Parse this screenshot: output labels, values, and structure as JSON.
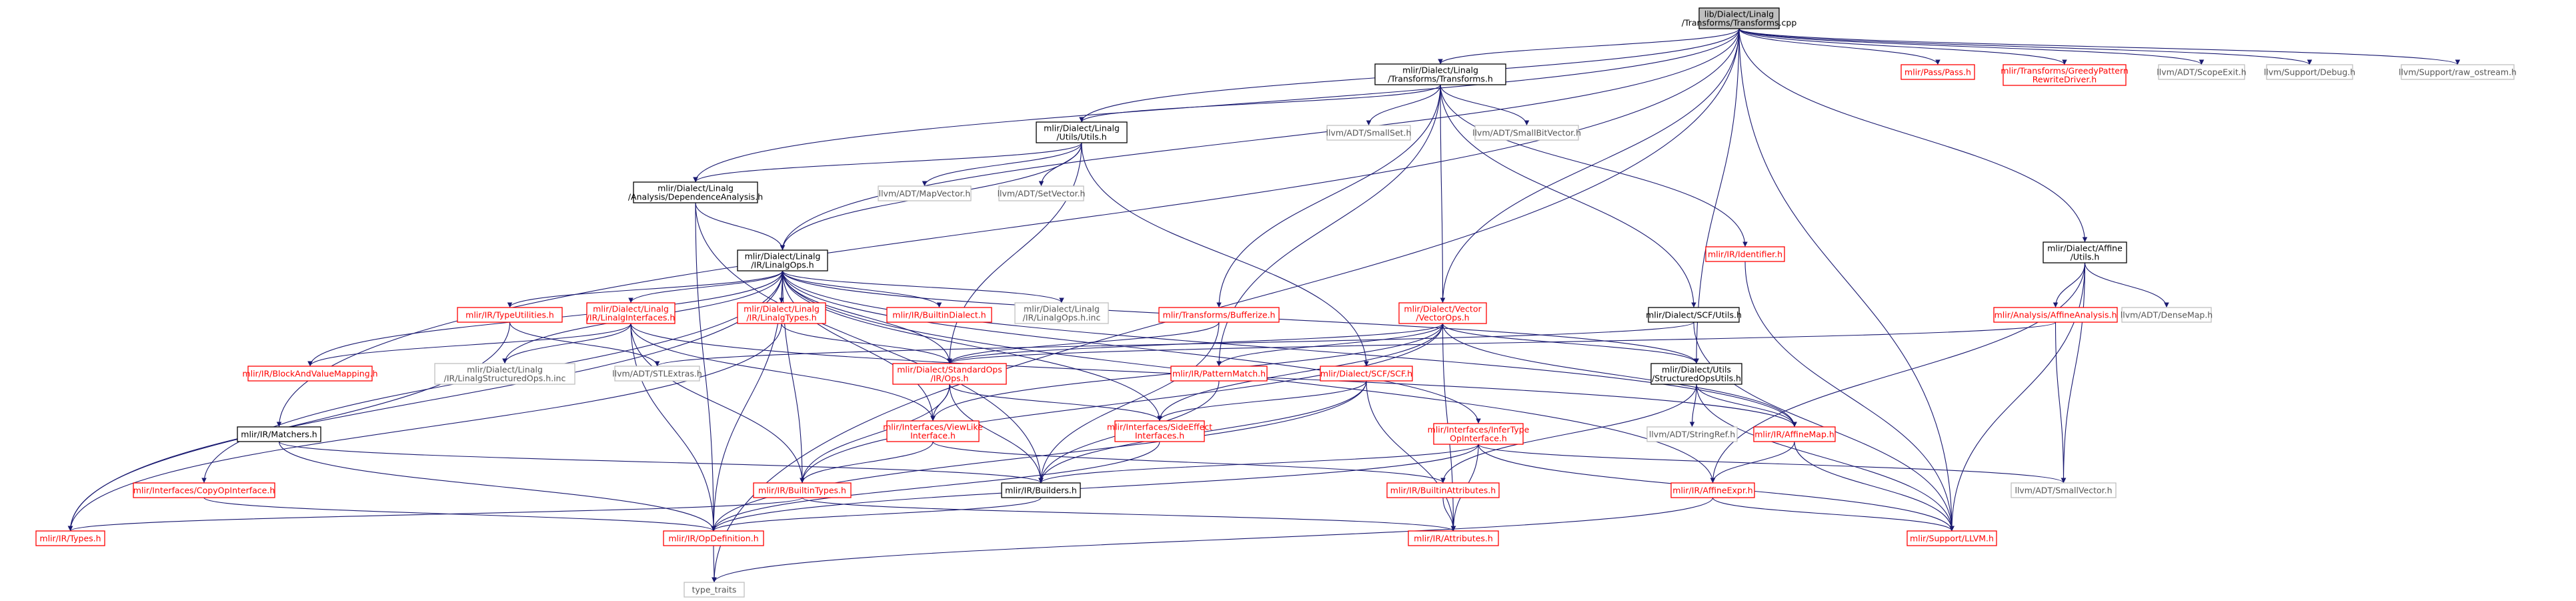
{
  "graph": {
    "nodes": [
      {
        "id": "root",
        "lines": [
          "lib/Dialect/Linalg",
          "/Transforms/Transforms.cpp"
        ],
        "style": "root"
      },
      {
        "id": "transforms_h",
        "lines": [
          "mlir/Dialect/Linalg",
          "/Transforms/Transforms.h"
        ],
        "style": "black"
      },
      {
        "id": "pass_h",
        "lines": [
          "mlir/Pass/Pass.h"
        ],
        "style": "red"
      },
      {
        "id": "greedy_h",
        "lines": [
          "mlir/Transforms/GreedyPattern",
          "RewriteDriver.h"
        ],
        "style": "red"
      },
      {
        "id": "scopeexit_h",
        "lines": [
          "llvm/ADT/ScopeExit.h"
        ],
        "style": "gray"
      },
      {
        "id": "debug_h",
        "lines": [
          "llvm/Support/Debug.h"
        ],
        "style": "gray"
      },
      {
        "id": "ostream_h",
        "lines": [
          "llvm/Support/raw_ostream.h"
        ],
        "style": "gray"
      },
      {
        "id": "utils_h",
        "lines": [
          "mlir/Dialect/Linalg",
          "/Utils/Utils.h"
        ],
        "style": "black"
      },
      {
        "id": "smallset_h",
        "lines": [
          "llvm/ADT/SmallSet.h"
        ],
        "style": "gray"
      },
      {
        "id": "smallbitvector_h",
        "lines": [
          "llvm/ADT/SmallBitVector.h"
        ],
        "style": "gray"
      },
      {
        "id": "depanalysis_h",
        "lines": [
          "mlir/Dialect/Linalg",
          "/Analysis/DependenceAnalysis.h"
        ],
        "style": "black"
      },
      {
        "id": "mapvector_h",
        "lines": [
          "llvm/ADT/MapVector.h"
        ],
        "style": "gray"
      },
      {
        "id": "setvector_h",
        "lines": [
          "llvm/ADT/SetVector.h"
        ],
        "style": "gray"
      },
      {
        "id": "identifier_h",
        "lines": [
          "mlir/IR/Identifier.h"
        ],
        "style": "red"
      },
      {
        "id": "affineutils_h",
        "lines": [
          "mlir/Dialect/Affine",
          "/Utils.h"
        ],
        "style": "black"
      },
      {
        "id": "linalgops_h",
        "lines": [
          "mlir/Dialect/Linalg",
          "/IR/LinalgOps.h"
        ],
        "style": "black"
      },
      {
        "id": "bufferize_h",
        "lines": [
          "mlir/Transforms/Bufferize.h"
        ],
        "style": "red"
      },
      {
        "id": "vectorops_h",
        "lines": [
          "mlir/Dialect/Vector",
          "/VectorOps.h"
        ],
        "style": "red"
      },
      {
        "id": "scfutils_h",
        "lines": [
          "mlir/Dialect/SCF/Utils.h"
        ],
        "style": "black"
      },
      {
        "id": "affineanalysis_h",
        "lines": [
          "mlir/Analysis/AffineAnalysis.h"
        ],
        "style": "red"
      },
      {
        "id": "densemap_h",
        "lines": [
          "llvm/ADT/DenseMap.h"
        ],
        "style": "gray"
      },
      {
        "id": "typeutilities_h",
        "lines": [
          "mlir/IR/TypeUtilities.h"
        ],
        "style": "red"
      },
      {
        "id": "linalginterfaces_h",
        "lines": [
          "mlir/Dialect/Linalg",
          "/IR/LinalgInterfaces.h"
        ],
        "style": "red"
      },
      {
        "id": "linalgtypes_h",
        "lines": [
          "mlir/Dialect/Linalg",
          "/IR/LinalgTypes.h"
        ],
        "style": "red"
      },
      {
        "id": "builtindialect_h",
        "lines": [
          "mlir/IR/BuiltinDialect.h"
        ],
        "style": "red"
      },
      {
        "id": "linalgops_inc",
        "lines": [
          "mlir/Dialect/Linalg",
          "/IR/LinalgOps.h.inc"
        ],
        "style": "gray"
      },
      {
        "id": "standardops_h",
        "lines": [
          "mlir/Dialect/StandardOps",
          "/IR/Ops.h"
        ],
        "style": "red"
      },
      {
        "id": "patternmatch_h",
        "lines": [
          "mlir/IR/PatternMatch.h"
        ],
        "style": "red"
      },
      {
        "id": "scf_h",
        "lines": [
          "mlir/Dialect/SCF/SCF.h"
        ],
        "style": "red"
      },
      {
        "id": "structuredops_h",
        "lines": [
          "mlir/Dialect/Utils",
          "/StructuredOpsUtils.h"
        ],
        "style": "black"
      },
      {
        "id": "blockandvalue_h",
        "lines": [
          "mlir/IR/BlockAndValueMapping.h"
        ],
        "style": "red"
      },
      {
        "id": "structuredops_inc",
        "lines": [
          "mlir/Dialect/Linalg",
          "/IR/LinalgStructuredOps.h.inc"
        ],
        "style": "gray"
      },
      {
        "id": "stlextras_h",
        "lines": [
          "llvm/ADT/STLExtras.h"
        ],
        "style": "gray"
      },
      {
        "id": "matchers_h",
        "lines": [
          "mlir/IR/Matchers.h"
        ],
        "style": "black"
      },
      {
        "id": "viewlike_h",
        "lines": [
          "mlir/Interfaces/ViewLike",
          "Interface.h"
        ],
        "style": "red"
      },
      {
        "id": "sideeffect_h",
        "lines": [
          "mlir/Interfaces/SideEffect",
          "Interfaces.h"
        ],
        "style": "red"
      },
      {
        "id": "infertype_h",
        "lines": [
          "mlir/Interfaces/InferType",
          "OpInterface.h"
        ],
        "style": "red"
      },
      {
        "id": "stringref_h",
        "lines": [
          "llvm/ADT/StringRef.h"
        ],
        "style": "gray"
      },
      {
        "id": "affinemap_h",
        "lines": [
          "mlir/IR/AffineMap.h"
        ],
        "style": "red"
      },
      {
        "id": "copyop_h",
        "lines": [
          "mlir/Interfaces/CopyOpInterface.h"
        ],
        "style": "red"
      },
      {
        "id": "builtintypes_h",
        "lines": [
          "mlir/IR/BuiltinTypes.h"
        ],
        "style": "red"
      },
      {
        "id": "builders_h",
        "lines": [
          "mlir/IR/Builders.h"
        ],
        "style": "black"
      },
      {
        "id": "builtinattrs_h",
        "lines": [
          "mlir/IR/BuiltinAttributes.h"
        ],
        "style": "red"
      },
      {
        "id": "smallvector_h",
        "lines": [
          "llvm/ADT/SmallVector.h"
        ],
        "style": "gray"
      },
      {
        "id": "affineexpr_h",
        "lines": [
          "mlir/IR/AffineExpr.h"
        ],
        "style": "red"
      },
      {
        "id": "types_h",
        "lines": [
          "mlir/IR/Types.h"
        ],
        "style": "red"
      },
      {
        "id": "opdefinition_h",
        "lines": [
          "mlir/IR/OpDefinition.h"
        ],
        "style": "red"
      },
      {
        "id": "attributes_h",
        "lines": [
          "mlir/IR/Attributes.h"
        ],
        "style": "red"
      },
      {
        "id": "llvm_h",
        "lines": [
          "mlir/Support/LLVM.h"
        ],
        "style": "red"
      },
      {
        "id": "type_traits",
        "lines": [
          "type_traits"
        ],
        "style": "gray"
      }
    ],
    "edges": [
      [
        "root",
        "transforms_h"
      ],
      [
        "root",
        "pass_h"
      ],
      [
        "root",
        "greedy_h"
      ],
      [
        "root",
        "scopeexit_h"
      ],
      [
        "root",
        "debug_h"
      ],
      [
        "root",
        "ostream_h"
      ],
      [
        "root",
        "utils_h"
      ],
      [
        "root",
        "depanalysis_h"
      ],
      [
        "root",
        "linalgops_h"
      ],
      [
        "root",
        "matchers_h"
      ],
      [
        "root",
        "vectorops_h"
      ],
      [
        "root",
        "affineutils_h"
      ],
      [
        "root",
        "structuredops_h"
      ],
      [
        "root",
        "llvm_h"
      ],
      [
        "root",
        "type_traits"
      ],
      [
        "transforms_h",
        "utils_h"
      ],
      [
        "transforms_h",
        "smallset_h"
      ],
      [
        "transforms_h",
        "smallbitvector_h"
      ],
      [
        "transforms_h",
        "identifier_h"
      ],
      [
        "transforms_h",
        "bufferize_h"
      ],
      [
        "transforms_h",
        "vectorops_h"
      ],
      [
        "transforms_h",
        "scfutils_h"
      ],
      [
        "transforms_h",
        "patternmatch_h"
      ],
      [
        "utils_h",
        "depanalysis_h"
      ],
      [
        "utils_h",
        "linalgops_h"
      ],
      [
        "utils_h",
        "mapvector_h"
      ],
      [
        "utils_h",
        "setvector_h"
      ],
      [
        "utils_h",
        "scf_h"
      ],
      [
        "utils_h",
        "standardops_h"
      ],
      [
        "depanalysis_h",
        "linalgops_h"
      ],
      [
        "depanalysis_h",
        "builders_h"
      ],
      [
        "depanalysis_h",
        "opdefinition_h"
      ],
      [
        "linalgops_h",
        "typeutilities_h"
      ],
      [
        "linalgops_h",
        "linalginterfaces_h"
      ],
      [
        "linalgops_h",
        "linalgtypes_h"
      ],
      [
        "linalgops_h",
        "builtindialect_h"
      ],
      [
        "linalgops_h",
        "linalgops_inc"
      ],
      [
        "linalgops_h",
        "standardops_h"
      ],
      [
        "linalgops_h",
        "blockandvalue_h"
      ],
      [
        "linalgops_h",
        "structuredops_inc"
      ],
      [
        "linalgops_h",
        "copyop_h"
      ],
      [
        "linalgops_h",
        "viewlike_h"
      ],
      [
        "linalgops_h",
        "infertype_h"
      ],
      [
        "linalgops_h",
        "structuredops_h"
      ],
      [
        "linalgops_h",
        "affinemap_h"
      ],
      [
        "linalgops_h",
        "types_h"
      ],
      [
        "linalgops_h",
        "opdefinition_h"
      ],
      [
        "linalgops_h",
        "builtintypes_h"
      ],
      [
        "linalgops_h",
        "sideeffect_h"
      ],
      [
        "linalgops_h",
        "affineexpr_h"
      ],
      [
        "identifier_h",
        "llvm_h"
      ],
      [
        "affineutils_h",
        "affineanalysis_h"
      ],
      [
        "affineutils_h",
        "densemap_h"
      ],
      [
        "affineutils_h",
        "smallvector_h"
      ],
      [
        "affineutils_h",
        "affineexpr_h"
      ],
      [
        "affineutils_h",
        "llvm_h"
      ],
      [
        "affineanalysis_h",
        "smallvector_h"
      ],
      [
        "affineanalysis_h",
        "standardops_h"
      ],
      [
        "bufferize_h",
        "standardops_h"
      ],
      [
        "bufferize_h",
        "builders_h"
      ],
      [
        "vectorops_h",
        "standardops_h"
      ],
      [
        "vectorops_h",
        "patternmatch_h"
      ],
      [
        "vectorops_h",
        "structuredops_h"
      ],
      [
        "vectorops_h",
        "sideeffect_h"
      ],
      [
        "vectorops_h",
        "viewlike_h"
      ],
      [
        "vectorops_h",
        "attributes_h"
      ],
      [
        "vectorops_h",
        "affinemap_h"
      ],
      [
        "vectorops_h",
        "builtintypes_h"
      ],
      [
        "scfutils_h",
        "llvm_h"
      ],
      [
        "scfutils_h",
        "stlextras_h"
      ],
      [
        "typeutilities_h",
        "stlextras_h"
      ],
      [
        "typeutilities_h",
        "types_h"
      ],
      [
        "linalginterfaces_h",
        "blockandvalue_h"
      ],
      [
        "linalginterfaces_h",
        "structuredops_inc"
      ],
      [
        "linalginterfaces_h",
        "viewlike_h"
      ],
      [
        "linalginterfaces_h",
        "builtintypes_h"
      ],
      [
        "linalginterfaces_h",
        "opdefinition_h"
      ],
      [
        "linalginterfaces_h",
        "affinemap_h"
      ],
      [
        "linalgtypes_h",
        "standardops_h"
      ],
      [
        "linalgtypes_h",
        "types_h"
      ],
      [
        "standardops_h",
        "viewlike_h"
      ],
      [
        "standardops_h",
        "sideeffect_h"
      ],
      [
        "standardops_h",
        "builders_h"
      ],
      [
        "standardops_h",
        "builtintypes_h"
      ],
      [
        "patternmatch_h",
        "builders_h"
      ],
      [
        "scf_h",
        "sideeffect_h"
      ],
      [
        "scf_h",
        "builders_h"
      ],
      [
        "scf_h",
        "opdefinition_h"
      ],
      [
        "scf_h",
        "attributes_h"
      ],
      [
        "structuredops_h",
        "stringref_h"
      ],
      [
        "structuredops_h",
        "affinemap_h"
      ],
      [
        "structuredops_h",
        "llvm_h"
      ],
      [
        "structuredops_h",
        "builtinattrs_h"
      ],
      [
        "matchers_h",
        "builders_h"
      ],
      [
        "matchers_h",
        "opdefinition_h"
      ],
      [
        "viewlike_h",
        "builtintypes_h"
      ],
      [
        "viewlike_h",
        "builtinattrs_h"
      ],
      [
        "sideeffect_h",
        "opdefinition_h"
      ],
      [
        "infertype_h",
        "builders_h"
      ],
      [
        "infertype_h",
        "smallvector_h"
      ],
      [
        "infertype_h",
        "opdefinition_h"
      ],
      [
        "infertype_h",
        "attributes_h"
      ],
      [
        "infertype_h",
        "llvm_h"
      ],
      [
        "affinemap_h",
        "affineexpr_h"
      ],
      [
        "affinemap_h",
        "llvm_h"
      ],
      [
        "copyop_h",
        "opdefinition_h"
      ],
      [
        "builtintypes_h",
        "types_h"
      ],
      [
        "builtintypes_h",
        "attributes_h"
      ],
      [
        "builders_h",
        "opdefinition_h"
      ],
      [
        "builtinattrs_h",
        "attributes_h"
      ],
      [
        "affineexpr_h",
        "llvm_h"
      ],
      [
        "affineexpr_h",
        "type_traits"
      ],
      [
        "opdefinition_h",
        "type_traits"
      ]
    ]
  }
}
